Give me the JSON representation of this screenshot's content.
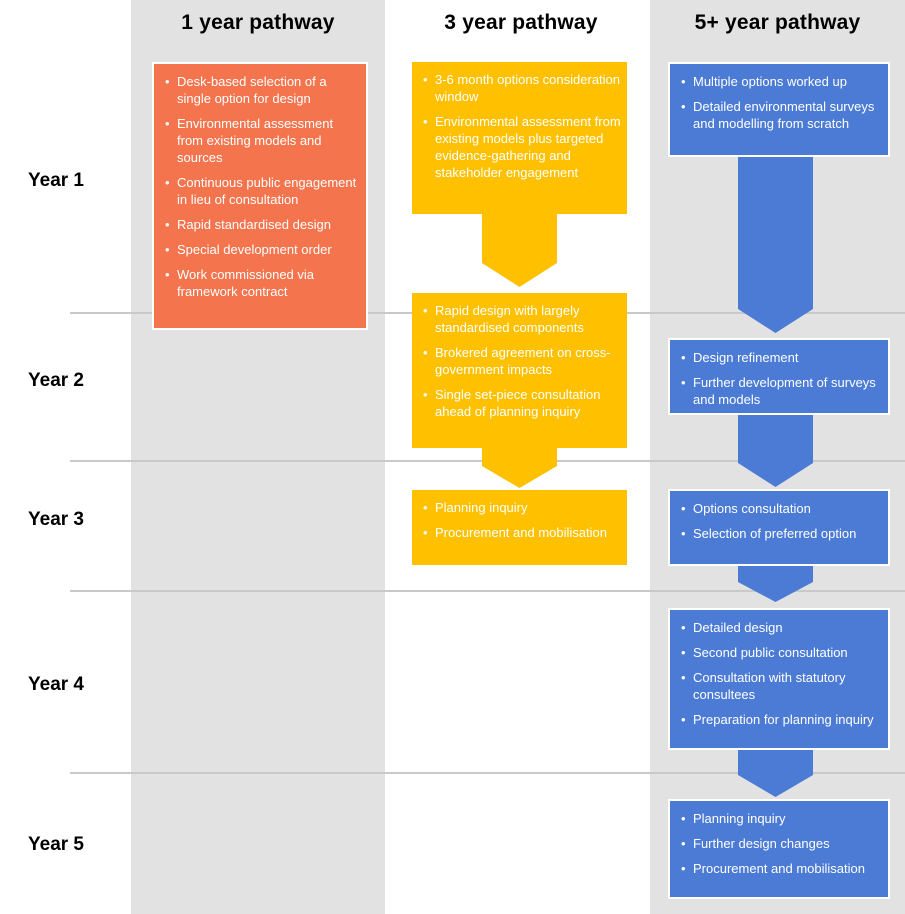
{
  "colors": {
    "column_band": "#e2e2e2",
    "divider_line": "#c9c9c9",
    "pathway_1_accent": "#f4744e",
    "pathway_3_accent": "#ffc000",
    "pathway_5_accent": "#4b7bd5",
    "box_text": "#ffffff",
    "heading_text": "#000000"
  },
  "year_labels": [
    "Year 1",
    "Year 2",
    "Year 3",
    "Year 4",
    "Year 5"
  ],
  "columns": [
    {
      "header": "1 year pathway",
      "boxes": [
        {
          "year": "Year 1",
          "items": [
            "Desk-based selection of a single option for design",
            "Environmental assessment from existing models and sources",
            "Continuous public engagement in lieu of consultation",
            "Rapid standardised design",
            "Special development order",
            "Work commissioned via framework contract"
          ]
        }
      ]
    },
    {
      "header": "3 year pathway",
      "boxes": [
        {
          "year": "Year 1",
          "items": [
            "3-6 month options consideration window",
            "Environmental assessment from existing models plus targeted evidence-gathering and stakeholder engagement"
          ]
        },
        {
          "year": "Year 2",
          "items": [
            "Rapid design with largely standardised components",
            "Brokered agreement on cross-government impacts",
            "Single set-piece consultation ahead of planning inquiry"
          ]
        },
        {
          "year": "Year 3",
          "items": [
            "Planning inquiry",
            "Procurement and mobilisation"
          ]
        }
      ]
    },
    {
      "header": "5+ year pathway",
      "boxes": [
        {
          "year": "Year 1",
          "items": [
            "Multiple options worked up",
            "Detailed environmental surveys and modelling from scratch"
          ]
        },
        {
          "year": "Year 2",
          "items": [
            "Design refinement",
            "Further development of surveys and models"
          ]
        },
        {
          "year": "Year 3",
          "items": [
            "Options consultation",
            "Selection of preferred option"
          ]
        },
        {
          "year": "Year 4",
          "items": [
            "Detailed design",
            "Second public consultation",
            "Consultation with statutory consultees",
            "Preparation for planning inquiry"
          ]
        },
        {
          "year": "Year 5",
          "items": [
            "Planning inquiry",
            "Further design changes",
            "Procurement and mobilisation"
          ]
        }
      ]
    }
  ]
}
